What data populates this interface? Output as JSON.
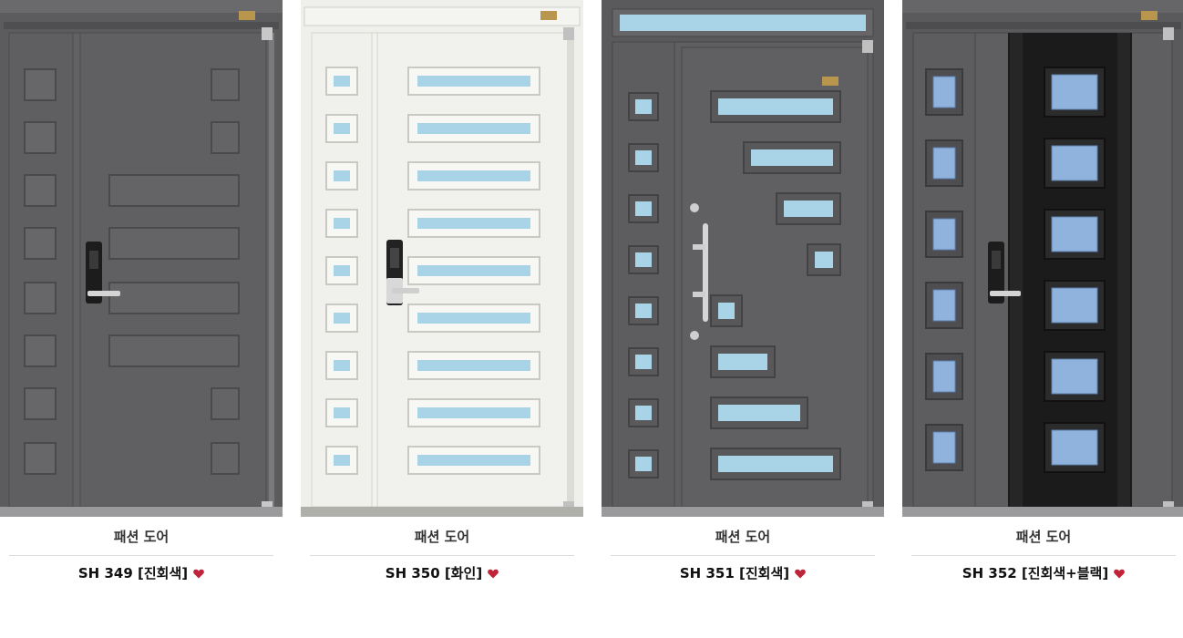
{
  "products": [
    {
      "category": "패션 도어",
      "title": "SH 349 [진회색]",
      "favorite_icon": "heart-icon"
    },
    {
      "category": "패션 도어",
      "title": "SH 350 [화인]",
      "favorite_icon": "heart-icon"
    },
    {
      "category": "패션 도어",
      "title": "SH 351 [진회색]",
      "favorite_icon": "heart-icon"
    },
    {
      "category": "패션 도어",
      "title": "SH 352 [진회색+블랙]",
      "favorite_icon": "heart-icon"
    }
  ],
  "colors": {
    "dark_gray": "#5e5e60",
    "white_door": "#efefeb",
    "glass": "#a9d3e6",
    "black": "#1c1c1c",
    "heart": "#c0243a"
  }
}
